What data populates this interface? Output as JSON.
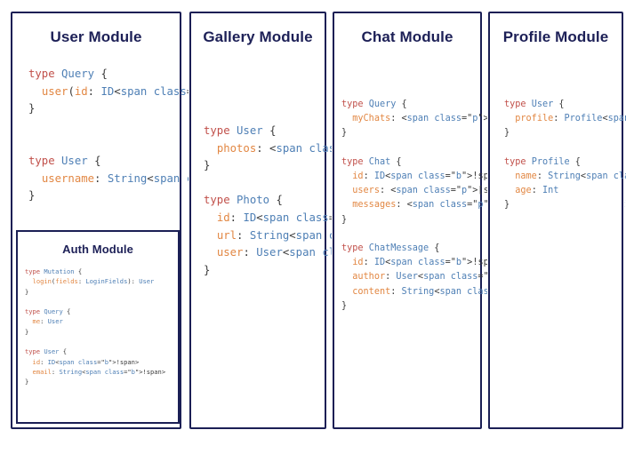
{
  "theme": {
    "border_color": "#1b1f55",
    "title_color": "#1d2057",
    "keyword_color": "#c1504a",
    "type_color": "#4e7fb5",
    "field_color": "#e28743",
    "bang_color": "#d9453c",
    "punctuation_color": "#3b3b3b",
    "background": "#ffffff"
  },
  "modules": {
    "user": {
      "title": "User Module",
      "code": "type Query {\n  user(id: ID!): User\n}\n\n\ntype User {\n  username: String!\n}"
    },
    "auth": {
      "title": "Auth Module",
      "code": "type Mutation {\n  login(fields: LoginFields): User\n}\n\ntype Query {\n  me: User\n}\n\ntype User {\n  id: ID!\n  email: String!\n}"
    },
    "gallery": {
      "title": "Gallery Module",
      "code": "type User {\n  photos: [Photo]!\n}\n\ntype Photo {\n  id: ID!\n  url: String!\n  user: User!\n}"
    },
    "chat": {
      "title": "Chat Module",
      "code": "type Query {\n  myChats: [Chat]!\n}\n\ntype Chat {\n  id: ID!\n  users: [User!]!\n  messages: [ChatMessage]!\n}\n\ntype ChatMessage {\n  id: ID!\n  author: User!\n  content: String!\n}"
    },
    "profile": {
      "title": "Profile Module",
      "code": "type User {\n  profile: Profile!\n}\n\ntype Profile {\n  name: String!\n  age: Int\n}"
    }
  }
}
